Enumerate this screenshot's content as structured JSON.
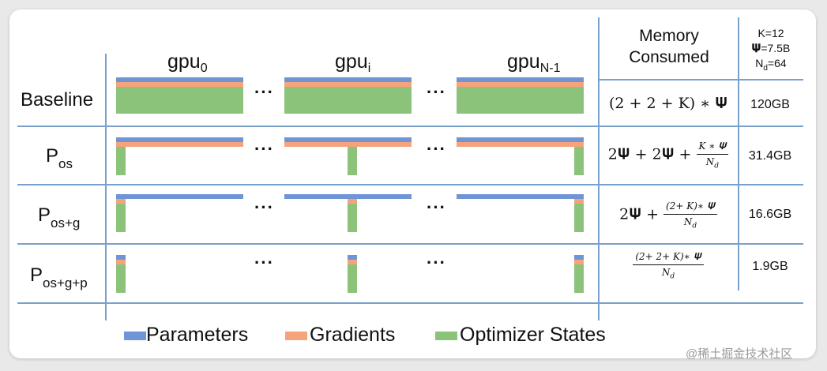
{
  "gpu_headers": [
    {
      "base": "gpu",
      "sub": "0"
    },
    {
      "base": "gpu",
      "sub": "i"
    },
    {
      "base": "gpu",
      "sub": "N-1"
    }
  ],
  "ellipsis": "···",
  "rows": [
    {
      "label": "Baseline",
      "label_sub": "",
      "memory": "120GB"
    },
    {
      "label": "P",
      "label_sub": "os",
      "memory": "31.4GB"
    },
    {
      "label": "P",
      "label_sub": "os+g",
      "memory": "16.6GB"
    },
    {
      "label": "P",
      "label_sub": "os+g+p",
      "memory": "1.9GB"
    }
  ],
  "formulas": {
    "baseline": "(2 + 2 + K) ∗ 𝚿",
    "pos_prefix": "2𝚿 + 2𝚿 +",
    "pos_num": "K ∗ 𝚿",
    "pos_den": "N",
    "pos_den_sub": "d",
    "posg_prefix": "2𝚿 +",
    "posg_num": "(2+ K)∗ 𝚿",
    "posg_den": "N",
    "posg_den_sub": "d",
    "posgp_num": "(2+ 2+ K)∗ 𝚿",
    "posgp_den": "N",
    "posgp_den_sub": "d"
  },
  "header": {
    "memory_line1": "Memory",
    "memory_line2": "Consumed",
    "k": "K=12",
    "psi_symbol": "𝚿",
    "psi_value": "=7.5B",
    "nd_base": "N",
    "nd_sub": "d",
    "nd_value": "=64"
  },
  "legend": [
    {
      "label": "Parameters",
      "color": "#6f95d6"
    },
    {
      "label": "Gradients",
      "color": "#f4a37b"
    },
    {
      "label": "Optimizer States",
      "color": "#8cc37a"
    }
  ],
  "watermark": "@稀土掘金技术社区"
}
